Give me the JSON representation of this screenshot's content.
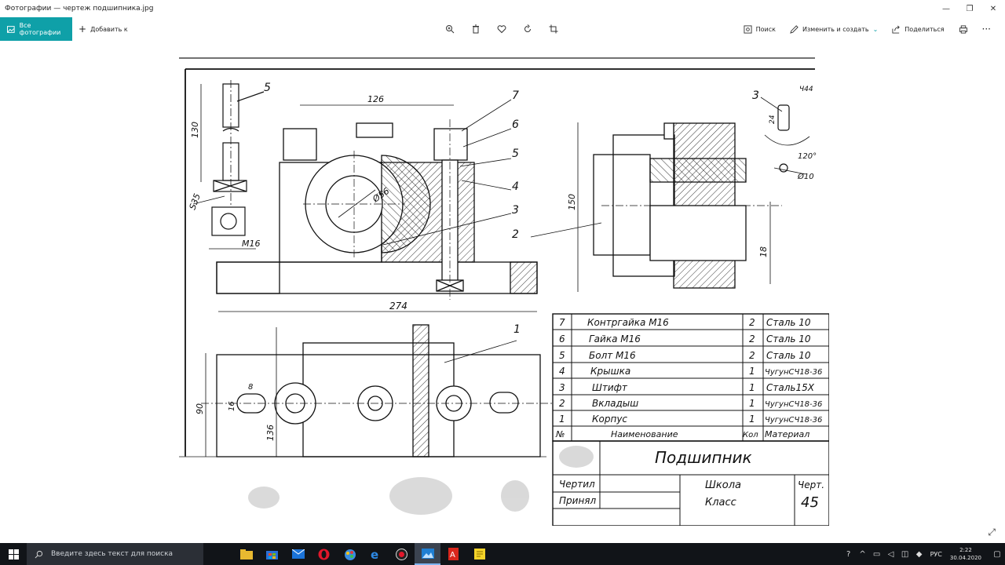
{
  "window": {
    "title": "Фотографии — чертеж подшипника.jpg",
    "controls": [
      "—",
      "❐",
      "✕"
    ]
  },
  "toolbar": {
    "all_photos": "Все фотографии",
    "add_to": "Добавить к",
    "search": "Поиск",
    "edit_create": "Изменить и создать",
    "share": "Поделиться"
  },
  "drawing": {
    "labels": {
      "part5": "5",
      "dim130": "130",
      "s35": "S35",
      "m16": "M16",
      "dim126": "126",
      "p7": "7",
      "p6": "6",
      "p5": "5",
      "p4": "4",
      "p3": "3",
      "p2": "2",
      "p1": "1",
      "phi56": "Ø56",
      "dim274": "274",
      "dim150": "150",
      "dim18": "18",
      "detail3": "3",
      "uyy": "Ч44",
      "dim24": "24",
      "dim120": "120°",
      "phi10": "Ø10",
      "dim8": "8",
      "dim16": "16",
      "dim90": "90",
      "dim136": "136"
    },
    "bom": [
      {
        "no": "7",
        "name": "Контргайка М16",
        "qty": "2",
        "mat": "Сталь 10"
      },
      {
        "no": "6",
        "name": "Гайка  М16",
        "qty": "2",
        "mat": "Сталь 10"
      },
      {
        "no": "5",
        "name": "Болт  М16",
        "qty": "2",
        "mat": "Сталь 10"
      },
      {
        "no": "4",
        "name": "Крышка",
        "qty": "1",
        "mat": "ЧугунСЧ18-36"
      },
      {
        "no": "3",
        "name": "Штифт",
        "qty": "1",
        "mat": "Сталь15Х"
      },
      {
        "no": "2",
        "name": "Вкладыш",
        "qty": "1",
        "mat": "ЧугунСЧ18-36"
      },
      {
        "no": "1",
        "name": "Корпус",
        "qty": "1",
        "mat": "ЧугунСЧ18-36"
      }
    ],
    "bom_header": {
      "no": "№",
      "name": "Наименование",
      "qty": "Кол",
      "mat": "Материал"
    },
    "stamp": {
      "title": "Подшипник",
      "drew": "Чертил",
      "checked": "Принял",
      "school": "Школа",
      "class": "Класс",
      "sheet_label": "Черт.",
      "sheet_no": "45"
    }
  },
  "taskbar": {
    "search_placeholder": "Введите здесь текст для поиска",
    "lang": "РУС",
    "time": "2:22",
    "date": "30.04.2020"
  }
}
